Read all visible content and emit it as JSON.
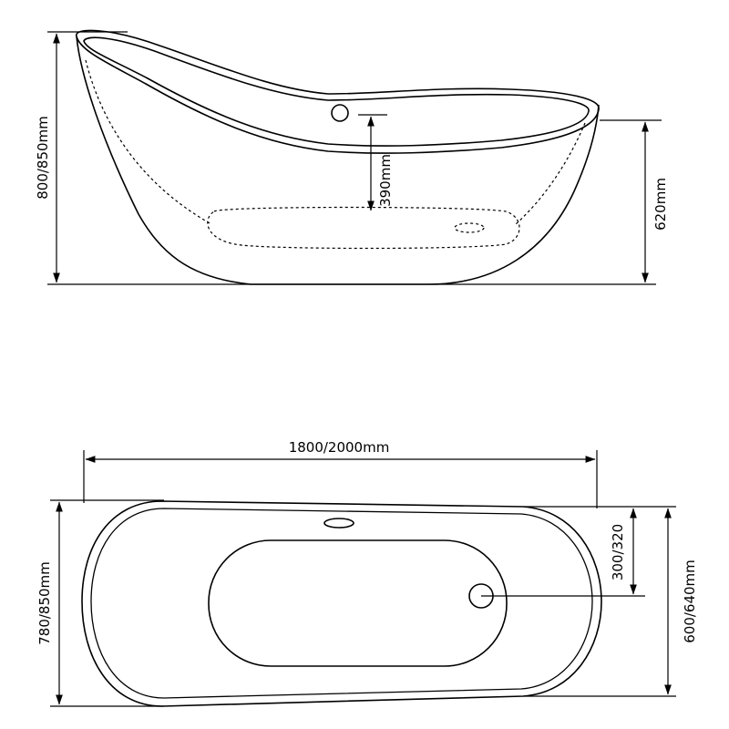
{
  "side_view": {
    "height_label": "800/850mm",
    "water_depth_label": "390mm",
    "rim_height_label": "620mm"
  },
  "top_view": {
    "length_label": "1800/2000mm",
    "width_label": "780/850mm",
    "drain_offset_label": "300/320",
    "narrow_end_label": "600/640mm"
  },
  "colors": {
    "line": "#000000",
    "background": "#ffffff"
  }
}
